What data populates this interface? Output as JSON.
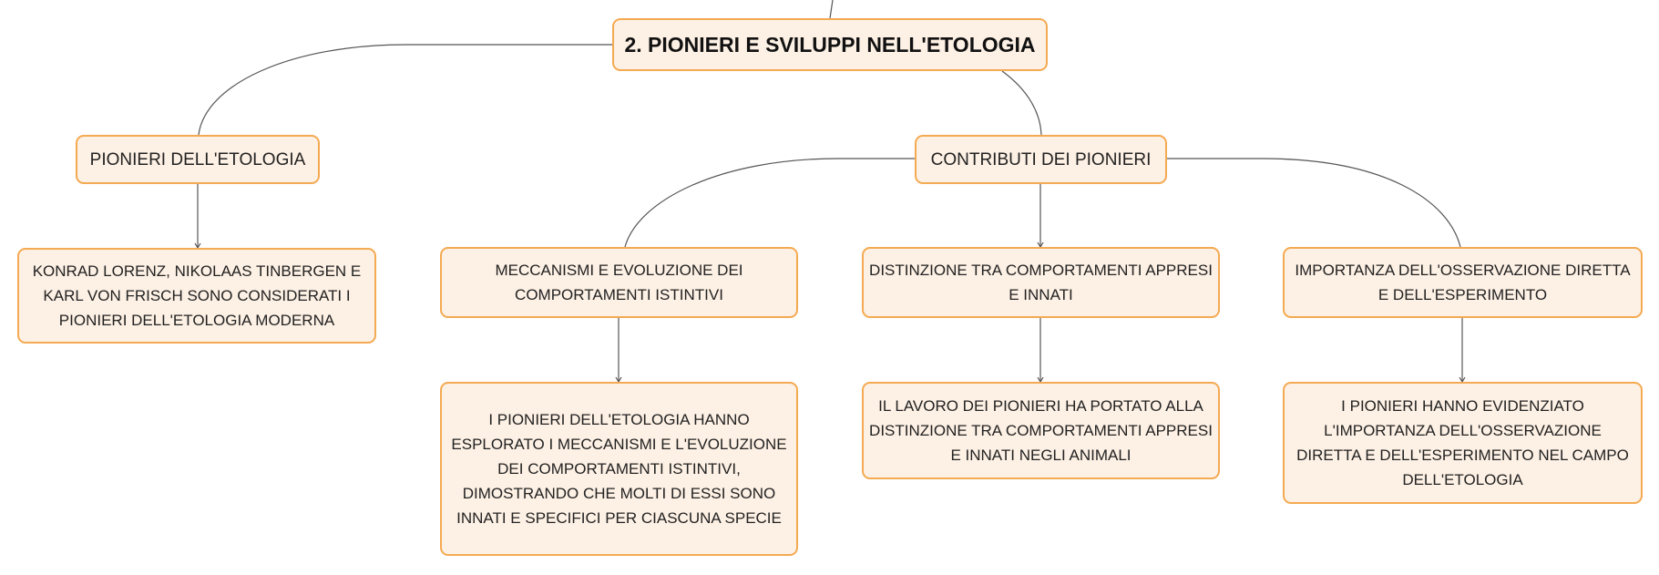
{
  "diagram": {
    "root": {
      "label": "2. PIONIERI E SVILUPPI NELL'ETOLOGIA"
    },
    "branches": [
      {
        "label": "PIONIERI DELL'ETOLOGIA",
        "children": [
          {
            "label": "KONRAD LORENZ, NIKOLAAS TINBERGEN E KARL VON FRISCH SONO CONSIDERATI I PIONIERI DELL'ETOLOGIA MODERNA"
          }
        ]
      },
      {
        "label": "CONTRIBUTI DEI PIONIERI",
        "children": [
          {
            "label": "MECCANISMI E EVOLUZIONE DEI COMPORTAMENTI ISTINTIVI",
            "children": [
              {
                "label": "I PIONIERI DELL'ETOLOGIA HANNO ESPLORATO I MECCANISMI E L'EVOLUZIONE DEI COMPORTAMENTI ISTINTIVI, DIMOSTRANDO CHE MOLTI DI ESSI SONO INNATI E SPECIFICI PER CIASCUNA SPECIE"
              }
            ]
          },
          {
            "label": "DISTINZIONE TRA COMPORTAMENTI APPRESI E INNATI",
            "children": [
              {
                "label": "IL LAVORO DEI PIONIERI HA PORTATO ALLA DISTINZIONE TRA COMPORTAMENTI APPRESI E INNATI NEGLI ANIMALI"
              }
            ]
          },
          {
            "label": "IMPORTANZA DELL'OSSERVAZIONE DIRETTA E DELL'ESPERIMENTO",
            "children": [
              {
                "label": "I PIONIERI HANNO EVIDENZIATO L'IMPORTANZA DELL'OSSERVAZIONE DIRETTA E DELL'ESPERIMENTO NEL CAMPO DELL'ETOLOGIA"
              }
            ]
          }
        ]
      }
    ]
  },
  "colors": {
    "node_fill": "#fdf0e4",
    "node_border": "#f4aa52",
    "connector": "#555555",
    "text": "#222222"
  }
}
